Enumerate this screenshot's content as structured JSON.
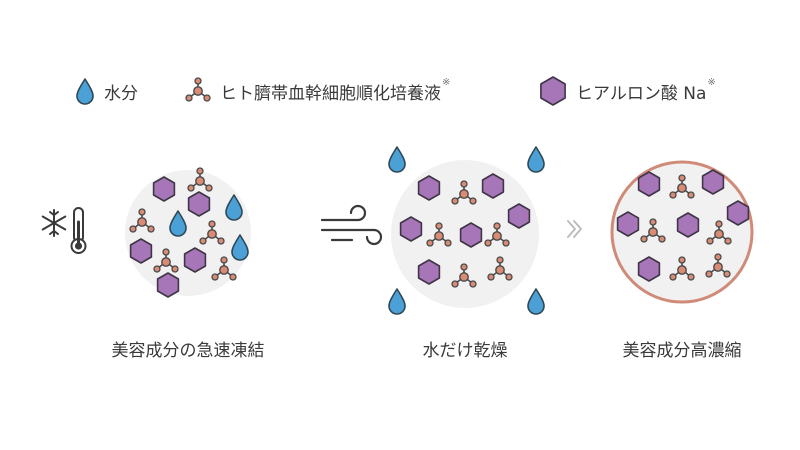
{
  "legend": {
    "water": {
      "label": "水分",
      "icon": "water-drop-icon",
      "color": "#4ba1d5"
    },
    "stem_cell": {
      "label": "ヒト臍帯血幹細胞順化培養液",
      "note_mark": "※",
      "icon": "molecule-icon",
      "color": "#d98b74"
    },
    "hyaluronic": {
      "label": "ヒアルロン酸 Na",
      "note_mark": "※",
      "icon": "hexagon-icon",
      "color": "#a776b8"
    }
  },
  "stages": [
    {
      "label": "美容成分の急速凍結",
      "icon": "freeze-thermometer-icon"
    },
    {
      "label": "水だけ乾燥",
      "icon": "wind-icon"
    },
    {
      "label": "美容成分高濃縮",
      "icon": "chevron-right-icon"
    }
  ],
  "colors": {
    "circle_fill": "#f1f1f1",
    "concentrate_border": "#d08a78",
    "outline": "#4a4a4a"
  }
}
